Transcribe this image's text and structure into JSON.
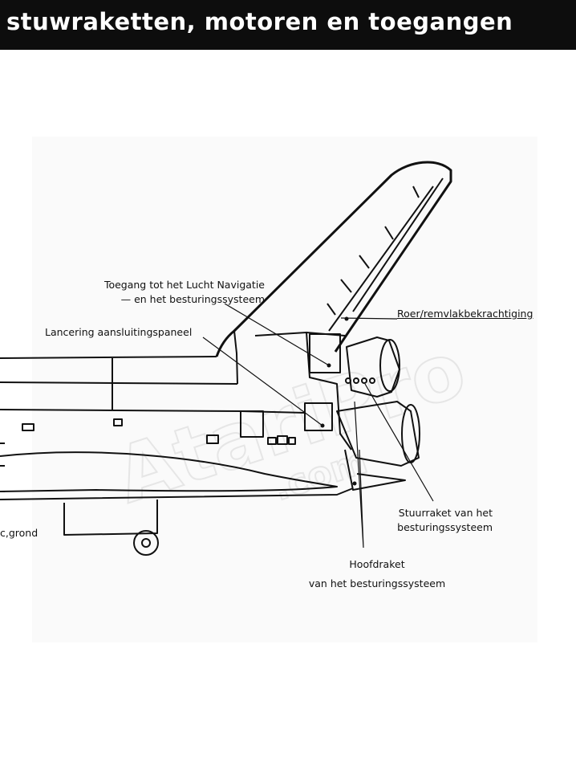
{
  "header": {
    "title": "stuwraketten, motoren en toegangen"
  },
  "labels": {
    "toegang_line1": "Toegang tot het Lucht Navigatie",
    "toegang_line2": "— en het besturingssysteem",
    "lancering": "Lancering aansluitingspaneel",
    "roer": "Roer/remvlakbekrachtiging",
    "stuurraket_line1": "Stuurraket van het",
    "stuurraket_line2": "besturingssysteem",
    "hoofdraket_line1": "Hoofdraket",
    "hoofdraket_line2": "van het besturingssysteem",
    "grond": "c,grond"
  },
  "watermark": {
    "line1": "AtariPro",
    "line2": ".com"
  }
}
